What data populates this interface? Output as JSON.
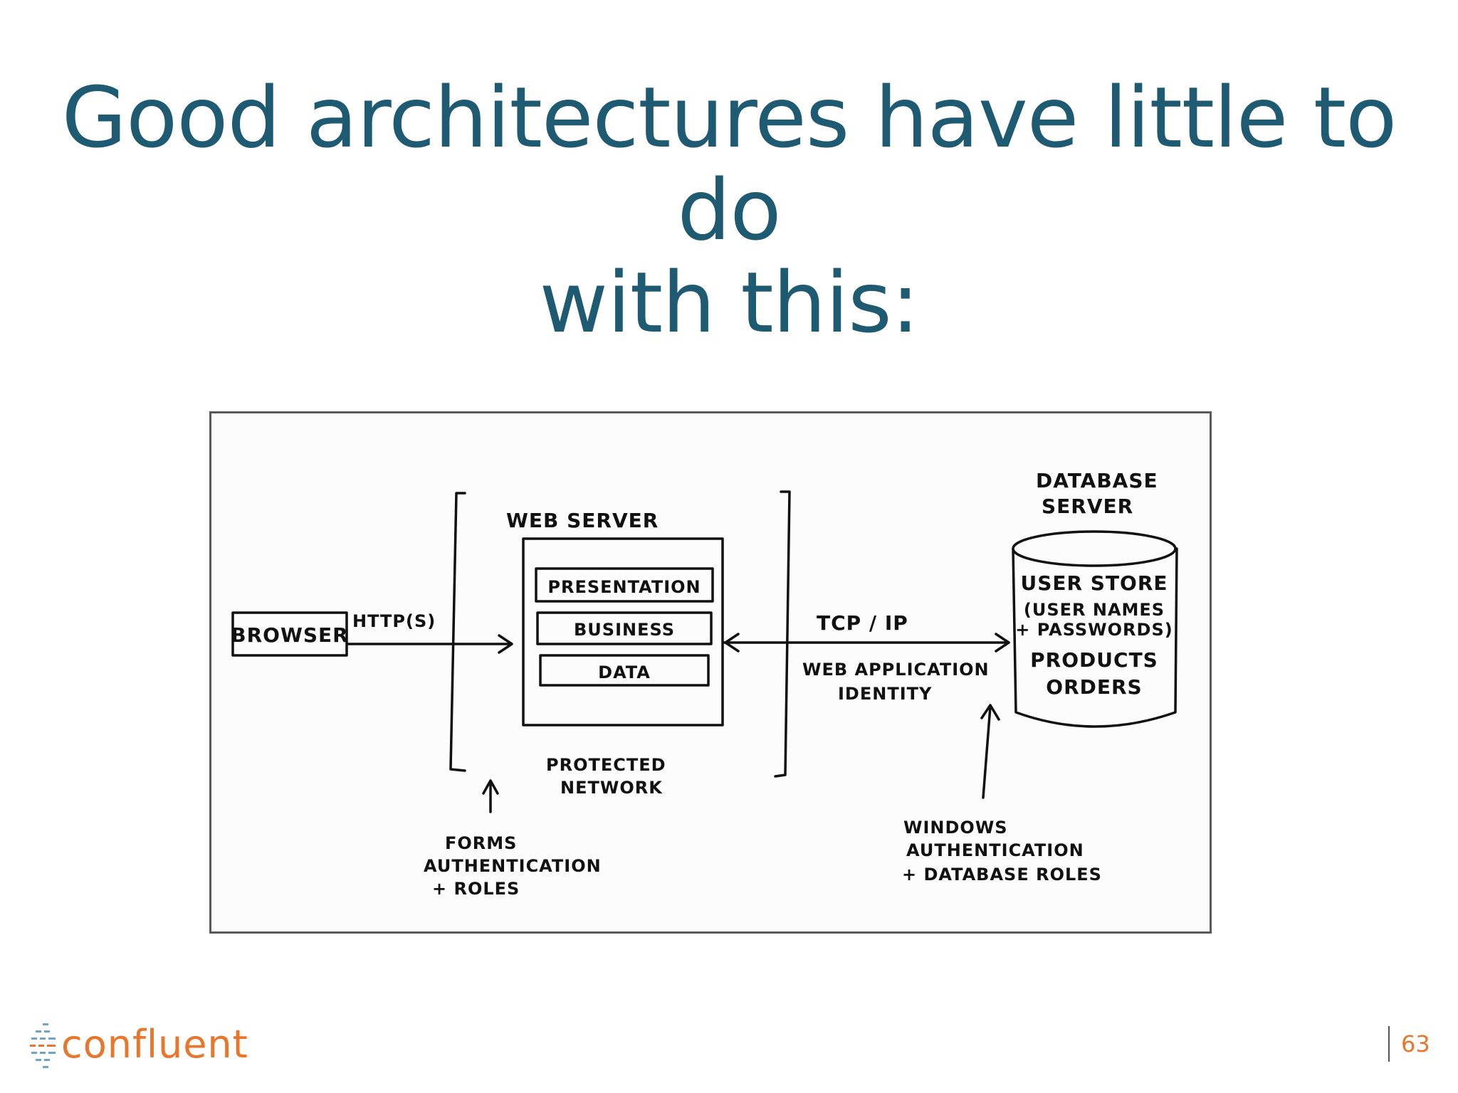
{
  "title": {
    "line1": "Good architectures have little to do",
    "line2": "with this:"
  },
  "diagram": {
    "browser": "BROWSER",
    "http": "HTTP(S)",
    "web_server": "WEB SERVER",
    "layers": [
      "PRESENTATION",
      "BUSINESS",
      "DATA"
    ],
    "protected_network": [
      "PROTECTED",
      "NETWORK"
    ],
    "tcp_ip": "TCP / IP",
    "web_app_identity": [
      "WEB APPLICATION",
      "IDENTITY"
    ],
    "database_server": [
      "DATABASE",
      "SERVER"
    ],
    "db_contents": [
      "USER STORE",
      "(USER NAMES",
      "+ PASSWORDS)",
      "PRODUCTS",
      "ORDERS"
    ],
    "forms_auth": [
      "FORMS",
      "AUTHENTICATION",
      "+ ROLES"
    ],
    "windows_auth": [
      "WINDOWS",
      "AUTHENTICATION",
      "+ DATABASE ROLES"
    ]
  },
  "footer": {
    "logo_text": "confluent",
    "page_number": "63"
  },
  "colors": {
    "title": "#1e5a72",
    "brand": "#e8762c",
    "ink": "#111111"
  }
}
